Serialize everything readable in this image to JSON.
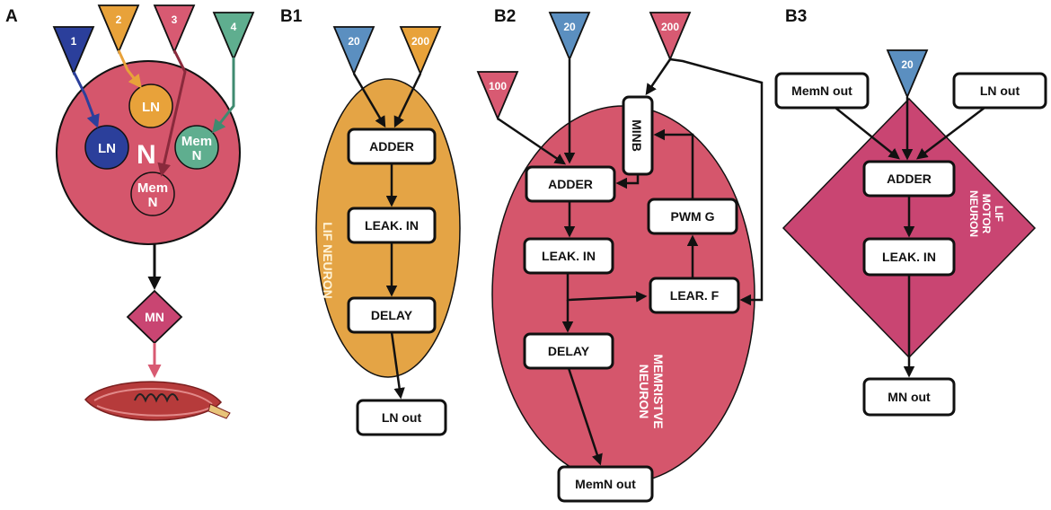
{
  "panels": {
    "A": "A",
    "B1": "B1",
    "B2": "B2",
    "B3": "B3"
  },
  "colors": {
    "blue_dark": "#2b3f9b",
    "orange": "#e8a23a",
    "crimson": "#d85a72",
    "teal": "#5fae8f",
    "steel_blue": "#5b8fc0",
    "network_pink": "#d5566c",
    "motor_pink": "#c94572"
  },
  "panel_a": {
    "inputs": [
      "1",
      "2",
      "3",
      "4"
    ],
    "network_label": "N",
    "circles": {
      "ln_top": "LN",
      "ln_left": "LN",
      "mem_right": [
        "Mem",
        "N"
      ],
      "mem_bottom": [
        "Mem",
        "N"
      ]
    },
    "motor_neuron": "MN",
    "muscle_icon": "muscle-icon"
  },
  "panel_b1": {
    "inputs": [
      "20",
      "200"
    ],
    "boxes": [
      "ADDER",
      "LEAK. IN",
      "DELAY"
    ],
    "output": "LN out",
    "neuron_label": "LIF NEURON"
  },
  "panel_b2": {
    "inputs": [
      "20",
      "200",
      "100"
    ],
    "boxes": {
      "adder": "ADDER",
      "leak": "LEAK. IN",
      "delay": "DELAY",
      "minb": "MINB",
      "pwm": "PWM G",
      "lear": "LEAR. F"
    },
    "output": "MemN out",
    "neuron_label": [
      "MEMRISTVE",
      "NEURON"
    ]
  },
  "panel_b3": {
    "input": "20",
    "side_inputs": [
      "MemN out",
      "LN out"
    ],
    "boxes": [
      "ADDER",
      "LEAK. IN"
    ],
    "output": "MN out",
    "neuron_label": [
      "LIF",
      "MOTOR",
      "NEURON"
    ]
  }
}
